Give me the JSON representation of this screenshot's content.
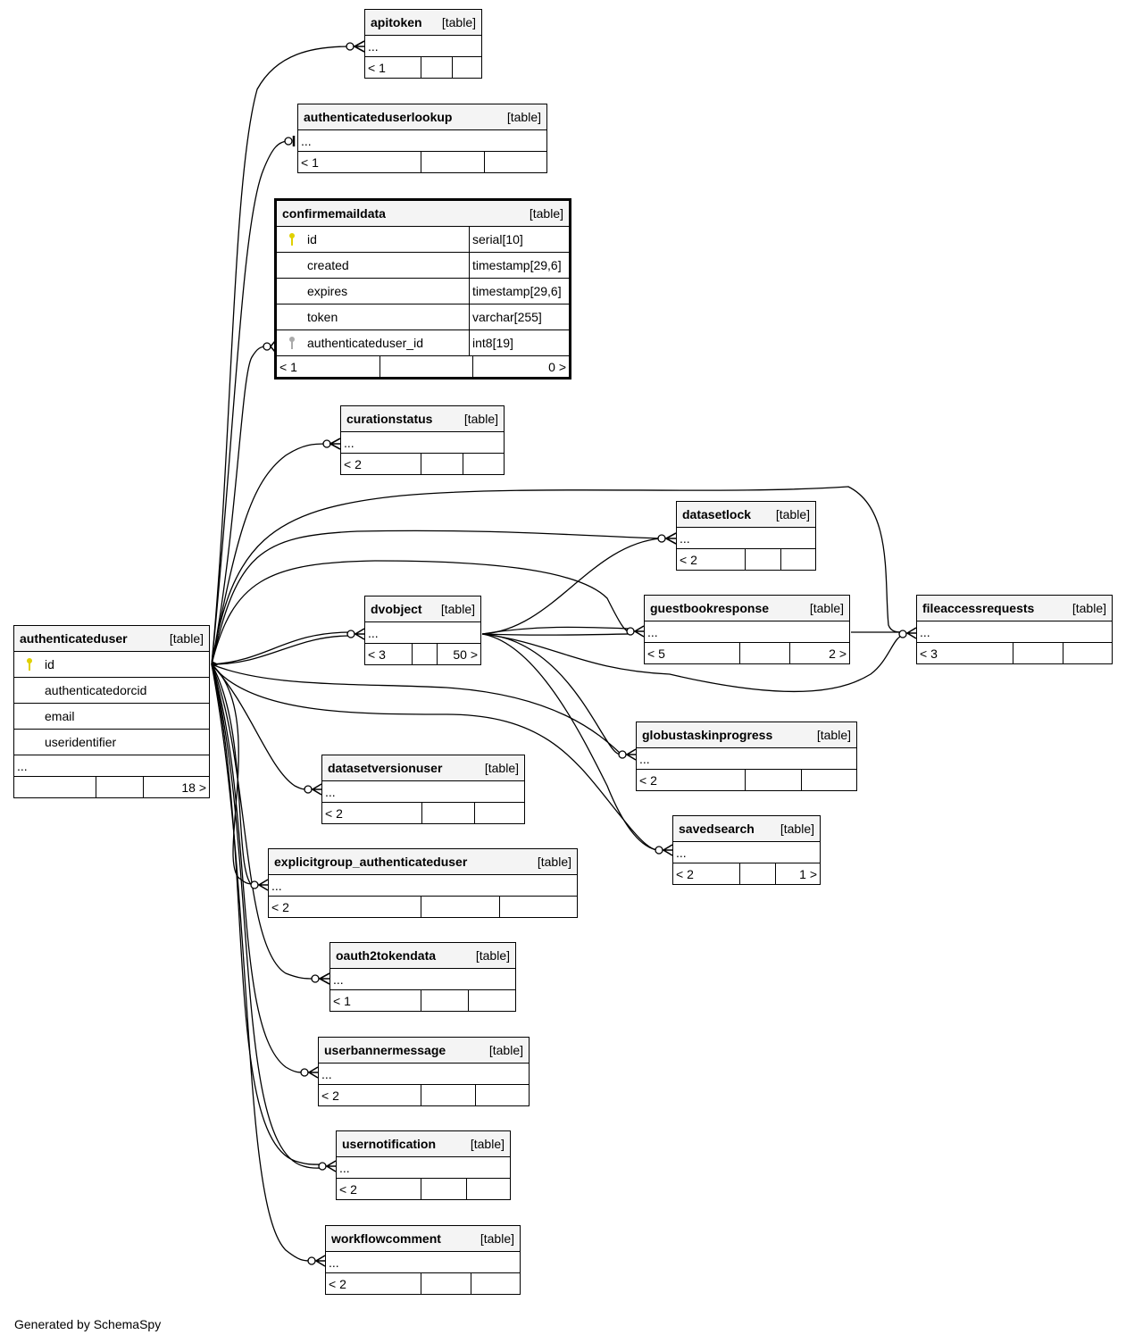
{
  "footer": "Generated by SchemaSpy",
  "kind_label": "[table]",
  "colors": {
    "pk_key": "#e0d000",
    "fk_key": "#aaaaaa",
    "header_bg": "#f4f4f4"
  },
  "tables": {
    "apitoken": {
      "name": "apitoken",
      "ellipsis": "...",
      "parents": "< 1",
      "children": ""
    },
    "authenticateduserlookup": {
      "name": "authenticateduserlookup",
      "ellipsis": "...",
      "parents": "< 1",
      "children": ""
    },
    "confirmemaildata": {
      "name": "confirmemaildata",
      "columns": [
        {
          "name": "id",
          "type": "serial[10]",
          "key": "primary-key"
        },
        {
          "name": "created",
          "type": "timestamp[29,6]",
          "key": ""
        },
        {
          "name": "expires",
          "type": "timestamp[29,6]",
          "key": ""
        },
        {
          "name": "token",
          "type": "varchar[255]",
          "key": ""
        },
        {
          "name": "authenticateduser_id",
          "type": "int8[19]",
          "key": "foreign-key"
        }
      ],
      "parents": "< 1",
      "children": "0 >"
    },
    "curationstatus": {
      "name": "curationstatus",
      "ellipsis": "...",
      "parents": "< 2",
      "children": ""
    },
    "datasetlock": {
      "name": "datasetlock",
      "ellipsis": "...",
      "parents": "< 2",
      "children": ""
    },
    "dvobject": {
      "name": "dvobject",
      "ellipsis": "...",
      "parents": "< 3",
      "children": "50 >"
    },
    "guestbookresponse": {
      "name": "guestbookresponse",
      "ellipsis": "...",
      "parents": "< 5",
      "children": "2 >"
    },
    "fileaccessrequests": {
      "name": "fileaccessrequests",
      "ellipsis": "...",
      "parents": "< 3",
      "children": ""
    },
    "authenticateduser": {
      "name": "authenticateduser",
      "columns": [
        {
          "name": "id",
          "key": "primary-key"
        },
        {
          "name": "authenticatedorcid",
          "key": ""
        },
        {
          "name": "email",
          "key": ""
        },
        {
          "name": "useridentifier",
          "key": ""
        }
      ],
      "ellipsis": "...",
      "parents": "",
      "children": "18 >"
    },
    "globustaskinprogress": {
      "name": "globustaskinprogress",
      "ellipsis": "...",
      "parents": "< 2",
      "children": ""
    },
    "datasetversionuser": {
      "name": "datasetversionuser",
      "ellipsis": "...",
      "parents": "< 2",
      "children": ""
    },
    "savedsearch": {
      "name": "savedsearch",
      "ellipsis": "...",
      "parents": "< 2",
      "children": "1 >"
    },
    "explicitgroup_authenticateduser": {
      "name": "explicitgroup_authenticateduser",
      "ellipsis": "...",
      "parents": "< 2",
      "children": ""
    },
    "oauth2tokendata": {
      "name": "oauth2tokendata",
      "ellipsis": "...",
      "parents": "< 1",
      "children": ""
    },
    "userbannermessage": {
      "name": "userbannermessage",
      "ellipsis": "...",
      "parents": "< 2",
      "children": ""
    },
    "usernotification": {
      "name": "usernotification",
      "ellipsis": "...",
      "parents": "< 2",
      "children": ""
    },
    "workflowcomment": {
      "name": "workflowcomment",
      "ellipsis": "...",
      "parents": "< 2",
      "children": ""
    }
  },
  "relationships": [
    {
      "from": "authenticateduser",
      "to": "apitoken"
    },
    {
      "from": "authenticateduser",
      "to": "authenticateduserlookup"
    },
    {
      "from": "authenticateduser",
      "to": "confirmemaildata"
    },
    {
      "from": "authenticateduser",
      "to": "curationstatus"
    },
    {
      "from": "authenticateduser",
      "to": "datasetlock"
    },
    {
      "from": "authenticateduser",
      "to": "guestbookresponse"
    },
    {
      "from": "authenticateduser",
      "to": "fileaccessrequests"
    },
    {
      "from": "authenticateduser",
      "to": "dvobject"
    },
    {
      "from": "authenticateduser",
      "to": "globustaskinprogress"
    },
    {
      "from": "authenticateduser",
      "to": "savedsearch"
    },
    {
      "from": "authenticateduser",
      "to": "datasetversionuser"
    },
    {
      "from": "authenticateduser",
      "to": "explicitgroup_authenticateduser"
    },
    {
      "from": "authenticateduser",
      "to": "oauth2tokendata"
    },
    {
      "from": "authenticateduser",
      "to": "userbannermessage"
    },
    {
      "from": "authenticateduser",
      "to": "usernotification"
    },
    {
      "from": "authenticateduser",
      "to": "workflowcomment"
    },
    {
      "from": "dvobject",
      "to": "datasetlock"
    },
    {
      "from": "dvobject",
      "to": "guestbookresponse"
    },
    {
      "from": "dvobject",
      "to": "fileaccessrequests"
    },
    {
      "from": "dvobject",
      "to": "globustaskinprogress"
    },
    {
      "from": "dvobject",
      "to": "savedsearch"
    },
    {
      "from": "guestbookresponse",
      "to": "fileaccessrequests"
    }
  ]
}
